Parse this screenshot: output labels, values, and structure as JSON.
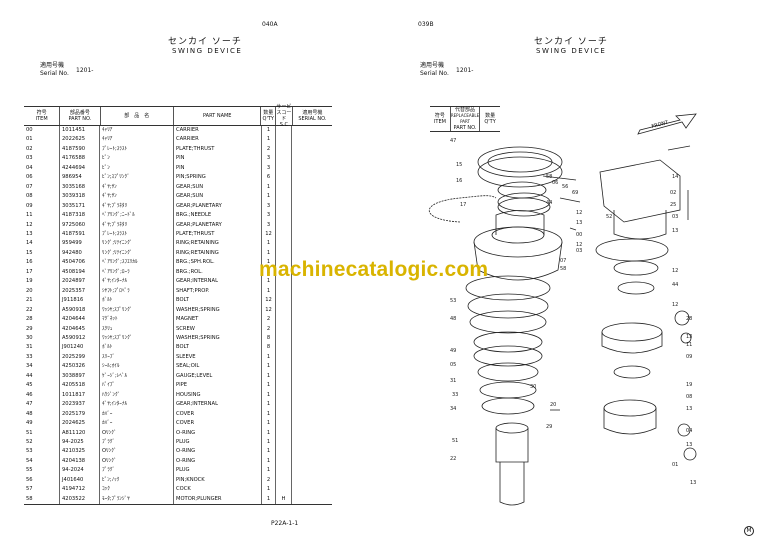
{
  "left_page": {
    "code": "040A",
    "title_jp": "センカイ ソーチ",
    "title_en": "SWING DEVICE",
    "serial_label_jp": "適用号機",
    "serial_label_en": "Serial No.",
    "serial_value": "1201-",
    "header": {
      "no_jp": "符号",
      "no_en": "ITEM",
      "pn_jp": "部品番号",
      "pn_en": "PART NO.",
      "name_jp": "部　品　名",
      "name_en": "PART NAME",
      "qty_jp": "数量",
      "qty_en": "Q'TY",
      "sc_jp": "サービスコード",
      "sc_en": "S.C",
      "serial_jp": "適用号機",
      "serial_en": "SERIAL NO."
    },
    "rows": [
      {
        "no": "00",
        "pn": "1011451",
        "jp": "ｷｬﾘｱ",
        "en": "CARRIER",
        "qty": "1",
        "sc": ""
      },
      {
        "no": "01",
        "pn": "2022625",
        "jp": "ｷｬﾘｱ",
        "en": "CARRIER",
        "qty": "1",
        "sc": ""
      },
      {
        "no": "02",
        "pn": "4187590",
        "jp": "ﾌﾟﾚｰﾄ;ｽﾗｽﾄ",
        "en": "PLATE;THRUST",
        "qty": "2",
        "sc": ""
      },
      {
        "no": "03",
        "pn": "4176588",
        "jp": "ﾋﾟﾝ",
        "en": "PIN",
        "qty": "3",
        "sc": ""
      },
      {
        "no": "04",
        "pn": "4244694",
        "jp": "ﾋﾟﾝ",
        "en": "PIN",
        "qty": "3",
        "sc": ""
      },
      {
        "no": "06",
        "pn": "986954",
        "jp": "ﾋﾟﾝ;ｽﾌﾟﾘﾝｸﾞ",
        "en": "PIN;SPRING",
        "qty": "6",
        "sc": ""
      },
      {
        "no": "07",
        "pn": "3035168",
        "jp": "ｷﾞﾔ;ｻﾝ",
        "en": "GEAR;SUN",
        "qty": "1",
        "sc": ""
      },
      {
        "no": "08",
        "pn": "3039318",
        "jp": "ｷﾞﾔ;ｻﾝ",
        "en": "GEAR;SUN",
        "qty": "1",
        "sc": ""
      },
      {
        "no": "09",
        "pn": "3035171",
        "jp": "ｷﾞﾔ;ﾌﾟﾗﾈﾀﾘ",
        "en": "GEAR;PLANETARY",
        "qty": "3",
        "sc": ""
      },
      {
        "no": "11",
        "pn": "4187318",
        "jp": "ﾍﾞｱﾘﾝｸﾞ;ﾆｰﾄﾞﾙ",
        "en": "BRG.;NEEDLE",
        "qty": "3",
        "sc": ""
      },
      {
        "no": "12",
        "pn": "9725060",
        "jp": "ｷﾞﾔ;ﾌﾟﾗﾈﾀﾘ",
        "en": "GEAR;PLANETARY",
        "qty": "3",
        "sc": ""
      },
      {
        "no": "13",
        "pn": "4187591",
        "jp": "ﾌﾟﾚｰﾄ;ｽﾗｽﾄ",
        "en": "PLATE;THRUST",
        "qty": "12",
        "sc": ""
      },
      {
        "no": "14",
        "pn": "959499",
        "jp": "ﾘﾝｸﾞ;ﾘﾃｲﾆﾝｸﾞ",
        "en": "RING;RETAINING",
        "qty": "1",
        "sc": ""
      },
      {
        "no": "15",
        "pn": "942480",
        "jp": "ﾘﾝｸﾞ;ﾘﾃｲﾆﾝｸﾞ",
        "en": "RING;RETAINING",
        "qty": "1",
        "sc": ""
      },
      {
        "no": "16",
        "pn": "4504706",
        "jp": "ﾍﾞｱﾘﾝｸﾞ;ｽﾌｴﾘｶﾙ",
        "en": "BRG.;SPH.ROL.",
        "qty": "1",
        "sc": ""
      },
      {
        "no": "17",
        "pn": "4508194",
        "jp": "ﾍﾞｱﾘﾝｸﾞ;ﾛｰﾗ",
        "en": "BRG.;ROL.",
        "qty": "1",
        "sc": ""
      },
      {
        "no": "19",
        "pn": "2024897",
        "jp": "ｷﾞﾔ;ｲﾝﾀｰﾅﾙ",
        "en": "GEAR;INTERNAL",
        "qty": "1",
        "sc": ""
      },
      {
        "no": "20",
        "pn": "2025357",
        "jp": "ｼﾔﾌﾄ;ﾌﾟﾛﾍﾟﾗ",
        "en": "SHAFT;PROP.",
        "qty": "1",
        "sc": ""
      },
      {
        "no": "21",
        "pn": "J911816",
        "jp": "ﾎﾞﾙﾄ",
        "en": "BOLT",
        "qty": "12",
        "sc": ""
      },
      {
        "no": "22",
        "pn": "A590918",
        "jp": "ﾜｯｼﾔ;ｽﾌﾟﾘﾝｸﾞ",
        "en": "WASHER;SPRING",
        "qty": "12",
        "sc": ""
      },
      {
        "no": "28",
        "pn": "4204644",
        "jp": "ﾏｸﾞﾈｯﾄ",
        "en": "MAGNET",
        "qty": "2",
        "sc": ""
      },
      {
        "no": "29",
        "pn": "4204645",
        "jp": "ｽｸﾘｭ",
        "en": "SCREW",
        "qty": "2",
        "sc": ""
      },
      {
        "no": "30",
        "pn": "A590912",
        "jp": "ﾜｯｼﾔ;ｽﾌﾟﾘﾝｸﾞ",
        "en": "WASHER;SPRING",
        "qty": "8",
        "sc": ""
      },
      {
        "no": "31",
        "pn": "J901240",
        "jp": "ﾎﾞﾙﾄ",
        "en": "BOLT",
        "qty": "8",
        "sc": ""
      },
      {
        "no": "33",
        "pn": "2025299",
        "jp": "ｽﾘｰﾌﾞ",
        "en": "SLEEVE",
        "qty": "1",
        "sc": ""
      },
      {
        "no": "34",
        "pn": "4250326",
        "jp": "ｼｰﾙ;ｵｲﾙ",
        "en": "SEAL;OIL",
        "qty": "1",
        "sc": ""
      },
      {
        "no": "44",
        "pn": "3038897",
        "jp": "ｹﾞｰｼﾞ;ﾚﾍﾞﾙ",
        "en": "GAUGE;LEVEL",
        "qty": "1",
        "sc": ""
      },
      {
        "no": "45",
        "pn": "4205518",
        "jp": "ﾊﾟｲﾌﾟ",
        "en": "PIPE",
        "qty": "1",
        "sc": ""
      },
      {
        "no": "46",
        "pn": "1011817",
        "jp": "ﾊｳｼﾞﾝｸﾞ",
        "en": "HOUSING",
        "qty": "1",
        "sc": ""
      },
      {
        "no": "47",
        "pn": "2023937",
        "jp": "ｷﾞﾔ;ｲﾝﾀｰﾅﾙ",
        "en": "GEAR;INTERNAL",
        "qty": "1",
        "sc": ""
      },
      {
        "no": "48",
        "pn": "2025179",
        "jp": "ｶﾊﾞｰ",
        "en": "COVER",
        "qty": "1",
        "sc": ""
      },
      {
        "no": "49",
        "pn": "2024625",
        "jp": "ｶﾊﾞｰ",
        "en": "COVER",
        "qty": "1",
        "sc": ""
      },
      {
        "no": "51",
        "pn": "A811120",
        "jp": "Oﾘﾝｸﾞ",
        "en": "O-RING",
        "qty": "1",
        "sc": ""
      },
      {
        "no": "52",
        "pn": "94-2025",
        "jp": "ﾌﾟﾗｸﾞ",
        "en": "PLUG",
        "qty": "1",
        "sc": ""
      },
      {
        "no": "53",
        "pn": "4210325",
        "jp": "Oﾘﾝｸﾞ",
        "en": "O-RING",
        "qty": "1",
        "sc": ""
      },
      {
        "no": "54",
        "pn": "4204138",
        "jp": "Oﾘﾝｸﾞ",
        "en": "O-RING",
        "qty": "1",
        "sc": ""
      },
      {
        "no": "55",
        "pn": "94-2024",
        "jp": "ﾌﾟﾗｸﾞ",
        "en": "PLUG",
        "qty": "1",
        "sc": ""
      },
      {
        "no": "56",
        "pn": "J401640",
        "jp": "ﾋﾟﾝ;ﾉｯｸ",
        "en": "PIN;KNOCK",
        "qty": "2",
        "sc": ""
      },
      {
        "no": "57",
        "pn": "4194712",
        "jp": "ｺｯｸ",
        "en": "COCK",
        "qty": "1",
        "sc": ""
      },
      {
        "no": "58",
        "pn": "4203522",
        "jp": "ﾓｰﾀ;ﾌﾟﾗﾝｼﾞﾔ",
        "en": "MOTOR;PLUNGER",
        "qty": "1",
        "sc": "H"
      }
    ],
    "footer_code": "P22A-1-1"
  },
  "right_page": {
    "code": "039B",
    "title_jp": "センカイ ソーチ",
    "title_en": "SWING DEVICE",
    "serial_label_jp": "適用号機",
    "serial_label_en": "Serial No.",
    "serial_value": "1201-",
    "header": {
      "col1_top": "符号",
      "col1_bottom": "ITEM",
      "col2_top": "代替部品",
      "col2_mid": "REPLACEABLE PART",
      "col2_bottom": "PART NO.",
      "col3_top": "数量",
      "col3_bottom": "Q'TY"
    },
    "front_label": "FRONT",
    "callouts": [
      "47",
      "15",
      "16",
      "17",
      "58",
      "56",
      "44",
      "06",
      "69",
      "12",
      "13",
      "00",
      "12",
      "03",
      "07",
      "58",
      "14",
      "02",
      "25",
      "03",
      "52",
      "13",
      "12",
      "44",
      "12",
      "53",
      "48",
      "49",
      "05",
      "31",
      "33",
      "34",
      "30",
      "20",
      "29",
      "51",
      "22",
      "28",
      "13",
      "11",
      "09",
      "19",
      "08",
      "13",
      "04",
      "13",
      "01",
      "13"
    ],
    "corner_mark": "M"
  },
  "watermark": "machinecatalogic.com"
}
